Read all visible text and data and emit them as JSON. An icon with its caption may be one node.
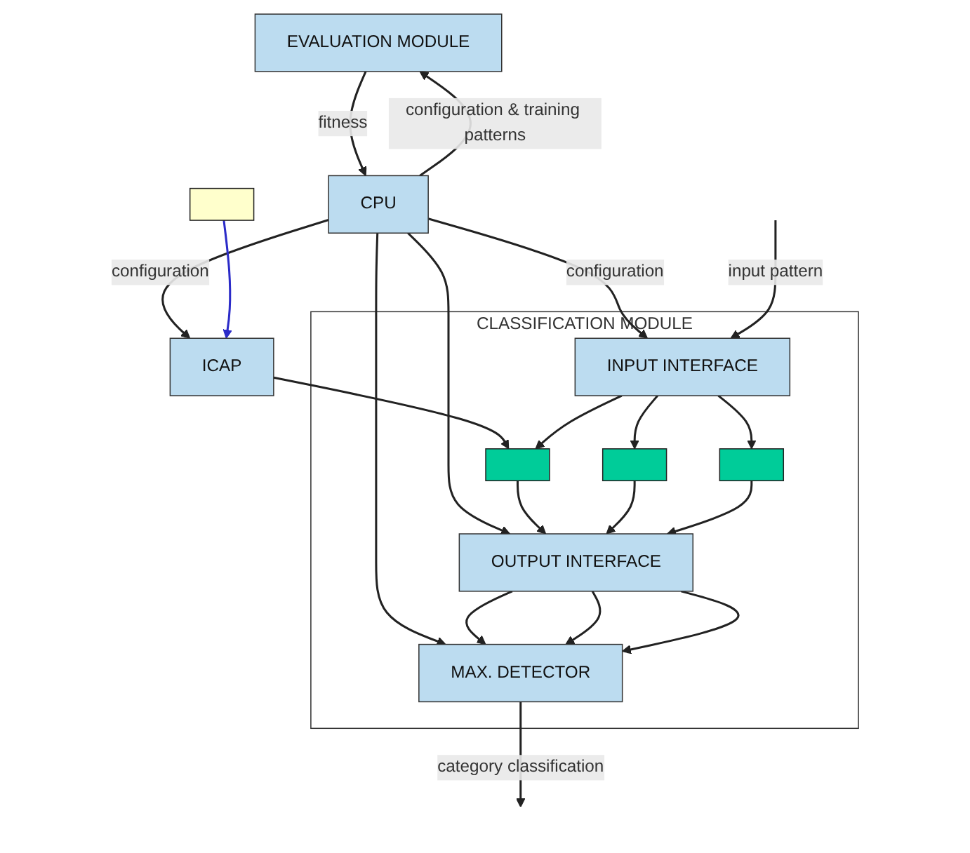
{
  "diagram": {
    "nodes": [
      {
        "text": [
          "CPU"
        ]
      },
      {
        "text": [
          "EVALUATION MODULE"
        ]
      },
      {
        "text": [
          "ICAP"
        ]
      },
      {
        "text": [],
        "shape": "box"
      },
      {
        "text": [
          "CLASSIFICATION MODULE"
        ]
      },
      {
        "text": [
          "INPUT INTERFACE"
        ],
        "in": 4
      },
      {
        "text": [],
        "shape": "box",
        "in": 4
      },
      {
        "text": [],
        "shape": "box",
        "in": 4
      },
      {
        "text": [],
        "shape": "box",
        "in": 4
      },
      {
        "text": [
          "OUTPUT INTERFACE"
        ],
        "in": 4
      },
      {
        "text": [
          "MAX. DETECTOR"
        ],
        "in": 4
      }
    ],
    "edges": [
      {
        "from": 0,
        "to": 1,
        "arrow": "to",
        "label": "configuration & training patterns"
      },
      {
        "from": 1,
        "to": 0,
        "arrow": "to",
        "label": "fitness"
      },
      {
        "from": 0,
        "to": 2,
        "arrow": "to",
        "label": "configuration"
      },
      {
        "from": 3,
        "to": 2,
        "arrow": "to",
        "color": "#2b2bc8"
      },
      {
        "from": 0,
        "to": 5,
        "arrow": "to",
        "label": "configuration"
      },
      {
        "from": 0,
        "to": 9,
        "arrow": "to"
      },
      {
        "from": 0,
        "to": 10,
        "arrow": "to"
      },
      {
        "from": 2,
        "to": 6,
        "arrow": "to"
      },
      {
        "from": null,
        "to": 5,
        "arrow": "to",
        "label": "input pattern"
      },
      {
        "from": 5,
        "to": 6,
        "arrow": "to"
      },
      {
        "from": 5,
        "to": 7,
        "arrow": "to"
      },
      {
        "from": 5,
        "to": 8,
        "arrow": "to"
      },
      {
        "from": 6,
        "to": 9,
        "arrow": "to"
      },
      {
        "from": 7,
        "to": 9,
        "arrow": "to"
      },
      {
        "from": 8,
        "to": 9,
        "arrow": "to"
      },
      {
        "from": 9,
        "to": 10,
        "arrow": "to"
      },
      {
        "from": 9,
        "to": 10,
        "arrow": "to"
      },
      {
        "from": 9,
        "to": 10,
        "arrow": "to"
      },
      {
        "from": 10,
        "to": null,
        "arrow": "to",
        "label": "category classification"
      }
    ]
  }
}
